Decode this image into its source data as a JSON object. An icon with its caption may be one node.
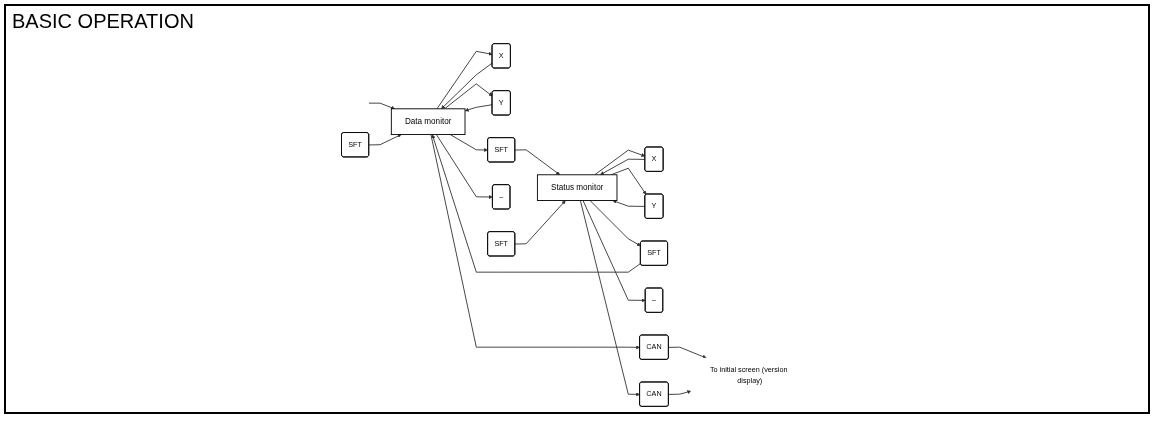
{
  "diagram": {
    "title": "BASIC OPERATION",
    "nodes": [
      {
        "text": [
          "Data monitor"
        ]
      },
      {
        "text": [
          "X"
        ]
      },
      {
        "text": [
          "Y"
        ]
      },
      {
        "text": [
          "SFT"
        ]
      },
      {
        "text": [
          "–"
        ]
      },
      {
        "text": [
          "SFT"
        ]
      },
      {
        "text": [
          "Status monitor"
        ]
      },
      {
        "text": [
          "X"
        ]
      },
      {
        "text": [
          "Y"
        ]
      },
      {
        "text": [
          "SFT"
        ]
      },
      {
        "text": [
          "–"
        ]
      },
      {
        "text": [
          "SFT"
        ]
      },
      {
        "text": [
          "CAN"
        ]
      },
      {
        "text": [
          "CAN"
        ]
      },
      {
        "text": [
          "To initial screen (version display)"
        ]
      }
    ],
    "edges": [
      {
        "from": null,
        "to": 0,
        "arrow": "to"
      },
      {
        "from": 0,
        "to": 1,
        "arrow": "to"
      },
      {
        "from": 0,
        "to": 2,
        "arrow": "to"
      },
      {
        "from": 1,
        "to": 0,
        "arrow": "to"
      },
      {
        "from": 2,
        "to": 0,
        "arrow": "to"
      },
      {
        "from": 0,
        "to": 3,
        "arrow": "to"
      },
      {
        "from": 0,
        "to": 4,
        "arrow": "to"
      },
      {
        "from": 3,
        "to": 6,
        "arrow": "to"
      },
      {
        "from": 5,
        "to": 6,
        "arrow": "to"
      },
      {
        "from": 0,
        "to": 12,
        "arrow": "to"
      },
      {
        "from": 12,
        "to": 14,
        "arrow": "to"
      },
      {
        "from": 6,
        "to": 7,
        "arrow": "to"
      },
      {
        "from": 6,
        "to": 8,
        "arrow": "to"
      },
      {
        "from": 7,
        "to": 6,
        "arrow": "to"
      },
      {
        "from": 8,
        "to": 6,
        "arrow": "to"
      },
      {
        "from": 6,
        "to": 9,
        "arrow": "to"
      },
      {
        "from": 6,
        "to": 10,
        "arrow": "to"
      },
      {
        "from": 9,
        "to": 0,
        "arrow": "to"
      },
      {
        "from": 11,
        "to": 0,
        "arrow": "to"
      },
      {
        "from": 6,
        "to": 13,
        "arrow": "to"
      },
      {
        "from": 13,
        "to": 14,
        "arrow": "to"
      }
    ]
  }
}
